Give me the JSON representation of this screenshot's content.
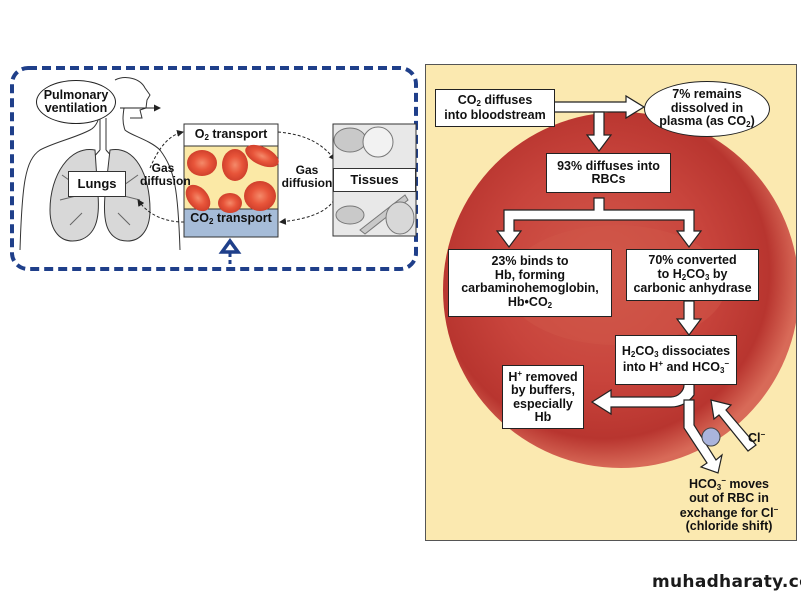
{
  "left_diagram": {
    "pulmonary_ventilation": "Pulmonary ventilation",
    "pulmonary_line1": "Pulmonary",
    "pulmonary_line2": "ventilation",
    "lungs": "Lungs",
    "gas_diffusion_left_1": "Gas",
    "gas_diffusion_left_2": "diffusion",
    "o2_transport_prefix": "O",
    "o2_transport_sub": "2",
    "o2_transport_suffix": " transport",
    "co2_transport_prefix": "CO",
    "co2_transport_sub": "2",
    "co2_transport_suffix": " transport",
    "gas_diffusion_right_1": "Gas",
    "gas_diffusion_right_2": "diffusion",
    "tissues": "Tissues"
  },
  "right_diagram": {
    "co2_diffuses": {
      "l1_pre": "CO",
      "l1_sub": "2",
      "l1_post": " diffuses",
      "l2": "into bloodstream"
    },
    "remains_dissolved": {
      "l1": "7% remains",
      "l2": "dissolved in",
      "l3_pre": "plasma (as CO",
      "l3_sub": "2",
      "l3_post": ")"
    },
    "diffuses_into_rbcs": {
      "l1": "93% diffuses into",
      "l2": "RBCs"
    },
    "binds_hb": {
      "l1": "23% binds to",
      "l2": "Hb, forming",
      "l3": "carbaminohemoglobin,",
      "l4_pre": "Hb•CO",
      "l4_sub": "2"
    },
    "converted": {
      "l1": "70% converted",
      "l2_pre": "to H",
      "l2_sub1": "2",
      "l2_mid": "CO",
      "l2_sub2": "3",
      "l2_post": " by",
      "l3": "carbonic anhydrase"
    },
    "dissociates": {
      "l1_pre": "H",
      "l1_sub1": "2",
      "l1_mid": "CO",
      "l1_sub2": "3",
      "l1_post": " dissociates",
      "l2_pre": "into H",
      "l2_sup": "+",
      "l2_mid": " and HCO",
      "l2_sub": "3",
      "l2_sup2": "−"
    },
    "h_removed": {
      "l1_pre": "H",
      "l1_sup": "+",
      "l1_post": " removed",
      "l2": "by buffers,",
      "l3": "especially",
      "l4": "Hb"
    },
    "cl_label": {
      "pre": "Cl",
      "sup": "−"
    },
    "hco3_moves": {
      "l1_pre": "HCO",
      "l1_sub": "3",
      "l1_sup": "−",
      "l1_post": " moves",
      "l2": "out of RBC in",
      "l3_pre": "exchange for Cl",
      "l3_sup": "−",
      "l4": "(chloride shift)"
    }
  },
  "colors": {
    "dashed_border": "#1f3f8a",
    "panel_bg": "#fbe9b0",
    "rbc_red": "#c8443c",
    "co2_band": "#a6bcd8",
    "plasma_yellow": "#fbe9a6",
    "transporter": "#aab4dc"
  },
  "watermark": "muhadharaty.com"
}
